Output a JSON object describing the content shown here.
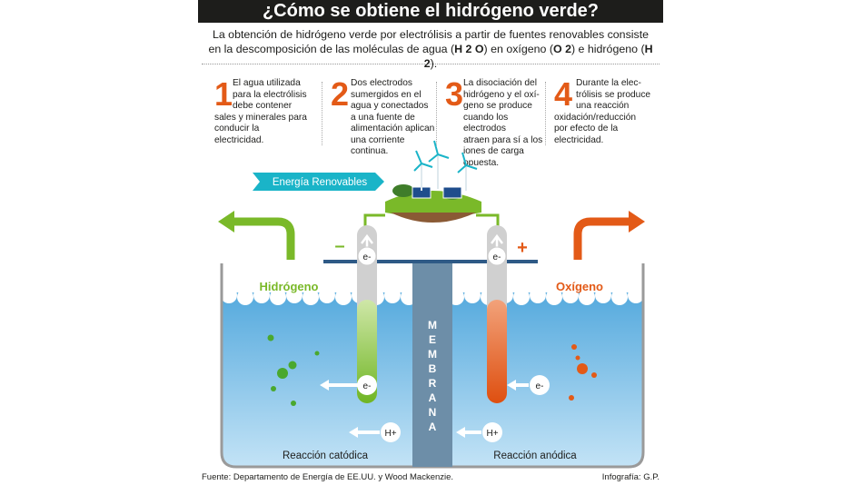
{
  "title": "¿Cómo se obtiene el hidrógeno verde?",
  "intro": {
    "line1": "La obtención de hidrógeno verde por electrólisis a partir de fuentes renovables consiste",
    "line2_a": "en la descomposición de las moléculas de agua (",
    "h2o": "H 2 O",
    "line2_b": ") en oxígeno (",
    "o2": "O 2",
    "line2_c": ") e hidrógeno (",
    "h2": "H 2",
    "line2_d": ")."
  },
  "steps": [
    {
      "number": "1",
      "lines": [
        "El agua utilizada",
        "para la electrólisis",
        "debe contener",
        "sales y minerales para",
        "conducir la",
        "electricidad."
      ]
    },
    {
      "number": "2",
      "lines": [
        "Dos electrodos",
        "sumergidos en el",
        "agua y conectados",
        "a una fuente de",
        "alimentación aplican",
        "una corriente continua."
      ]
    },
    {
      "number": "3",
      "lines": [
        "La disociación del",
        "hidrógeno y el oxí-",
        "geno se produce",
        "cuando los electrodos",
        "atraen para sí a los",
        "iones de carga opuesta."
      ]
    },
    {
      "number": "4",
      "lines": [
        "Durante la elec-",
        "trólisis se produce",
        "una reacción",
        "oxidación/reducción",
        "por efecto de la",
        "electricidad."
      ]
    }
  ],
  "diagram": {
    "renewable_label": "Energía Renovables",
    "hydrogen_label": "Hidrógeno",
    "oxygen_label": "Oxígeno",
    "minus": "–",
    "plus": "+",
    "electron": "e-",
    "proton": "H+",
    "membrane_letters": [
      "M",
      "E",
      "M",
      "B",
      "R",
      "A",
      "N",
      "A"
    ],
    "cathode_label": "Reacción catódica",
    "anode_label": "Reacción anódica"
  },
  "colors": {
    "green": "#7ab929",
    "orange": "#e35a17",
    "teal": "#1ab4c8",
    "water_top": "#5fb1df",
    "water_bottom": "#b9def4",
    "membrane": "#6d8ea8"
  },
  "footer": {
    "source": "Fuente: Departamento de Energía de EE.UU. y Wood Mackenzie.",
    "credit": "Infografía: G.P."
  }
}
